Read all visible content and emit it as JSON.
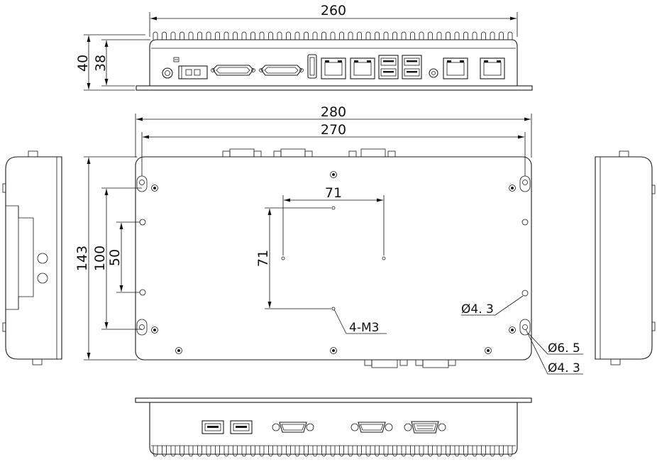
{
  "dimensions": {
    "top_width": "260",
    "top_height_outer": "40",
    "top_height_inner": "38",
    "main_width_outer": "280",
    "main_width_inner": "270",
    "main_height": "143",
    "hole_spacing_100": "100",
    "hole_spacing_50": "50",
    "vesa_horizontal": "71",
    "vesa_vertical": "71"
  },
  "callouts": {
    "thread": "4-M3",
    "hole_small_right": "Ø4. 3",
    "slot_width": "Ø6. 5",
    "slot_hole": "Ø4. 3"
  },
  "colors": {
    "line": "#1a1a1a",
    "background": "#ffffff"
  }
}
